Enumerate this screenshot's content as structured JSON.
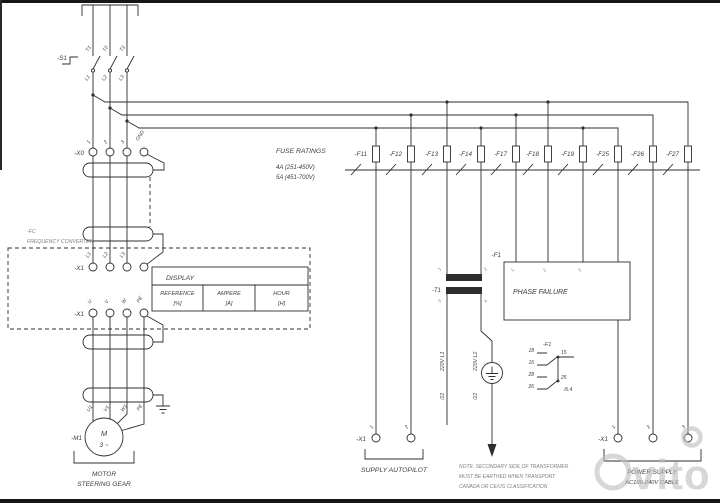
{
  "supply": {
    "switch_label": "-S1",
    "top_pins": [
      "T1",
      "T2",
      "T3"
    ],
    "bottom_pins": [
      "L1",
      "L2",
      "L3"
    ]
  },
  "x0": {
    "label": "-X0",
    "pins": [
      "1",
      "2",
      "3",
      "GND"
    ]
  },
  "frequency_converter": {
    "ref": "-FC",
    "name": "FREQUENCY CONVERTER",
    "input": {
      "label": "-X1",
      "pins": [
        "L1",
        "L2",
        "L3"
      ]
    },
    "output": {
      "label": "-X1",
      "pins": [
        "U",
        "V",
        "W",
        "PE"
      ]
    },
    "display": {
      "title": "DISPLAY",
      "cols": [
        {
          "name": "REFERENCE",
          "unit": "[%]"
        },
        {
          "name": "AMPERE",
          "unit": "[A]"
        },
        {
          "name": "HOUR",
          "unit": "[H]"
        }
      ]
    }
  },
  "motor": {
    "ref": "-M1",
    "letter": "M",
    "phases": "3 ~",
    "caption1": "MOTOR",
    "caption2": "STEERING GEAR",
    "wire_pins": [
      "U1",
      "V1",
      "W1",
      "PE"
    ]
  },
  "fuse_ratings": {
    "title": "FUSE RATINGS",
    "range1": "4A (251-450V)",
    "range2": "5A (451-700V)"
  },
  "fuses": [
    {
      "label": "-F11"
    },
    {
      "label": "-F12"
    },
    {
      "label": "-F13"
    },
    {
      "label": "-F14"
    },
    {
      "label": "-F17"
    },
    {
      "label": "-F18"
    },
    {
      "label": "-F19"
    },
    {
      "label": "-F25"
    },
    {
      "label": "-F26"
    },
    {
      "label": "-F27"
    }
  ],
  "transformer": {
    "ref": "-T1",
    "pins": [
      "1",
      "2",
      "3",
      "4"
    ],
    "sec_left_tag": "220V L1",
    "sec_left_ref": "/22",
    "sec_right_tag": "220V L2",
    "sec_right_ref": "/22"
  },
  "phase_failure": {
    "ref": "-F1",
    "name": "PHASE FAILURE",
    "pins": [
      "1",
      "2",
      "3"
    ]
  },
  "aux_contacts": {
    "ref": "-F1",
    "t18": "18",
    "t16": "16",
    "t28": "28",
    "t26": "26",
    "t15": "15",
    "t25": "25",
    "sheet_ref": "/6.4"
  },
  "supply_autopilot": {
    "label": "-X1",
    "pins": [
      "1",
      "2"
    ],
    "caption": "SUPPLY AUTOPILOT"
  },
  "power_supply": {
    "label": "-X1",
    "pins": [
      "1",
      "2",
      "3"
    ],
    "caption1": "POWER SUPPLY",
    "caption2": "AC100-240V CABLE"
  },
  "note": {
    "line1": "NOTE: SECONDARY SIDE OF TRANSFORMER",
    "line2": "MUST BE EARTHED WHEN TRANSPORT",
    "line3": "CANADA OR CE/US CLASSIFICATION"
  },
  "watermark": {
    "text": "vito"
  }
}
